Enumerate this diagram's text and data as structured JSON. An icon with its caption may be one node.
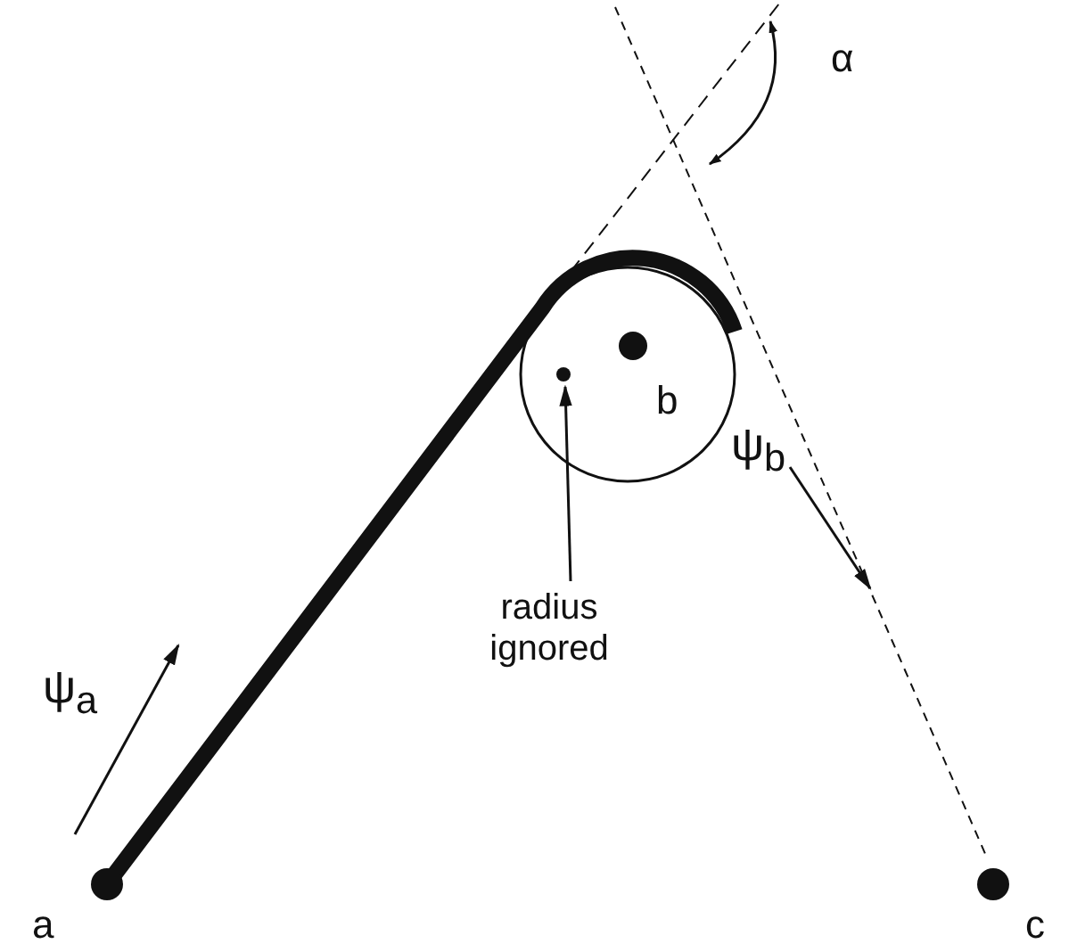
{
  "diagram": {
    "nodes": [
      {
        "text": [
          "radius ignored"
        ]
      },
      {
        "text": [],
        "shape": "circle"
      }
    ],
    "edges": [
      {
        "from": 0,
        "to": 1,
        "arrow": "to"
      }
    ],
    "labels": [
      "α",
      "ψ$_{b}$",
      "b",
      "ψ$_{a}$",
      "a",
      "c"
    ]
  }
}
